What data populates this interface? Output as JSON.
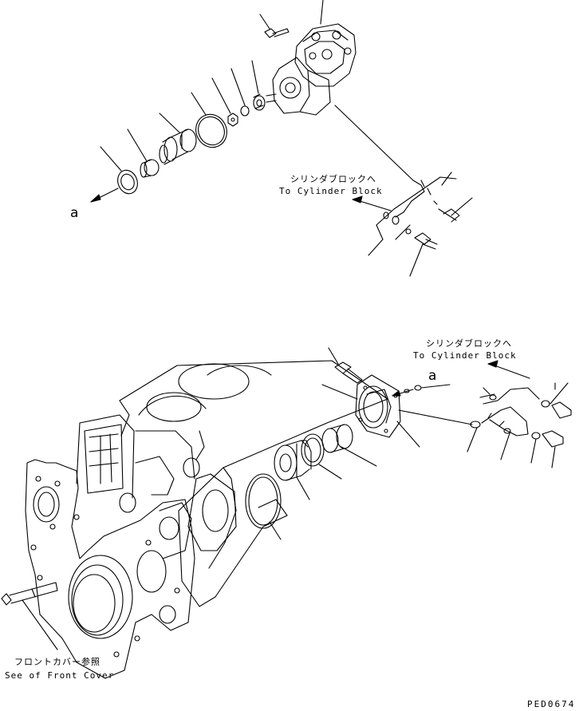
{
  "labels": {
    "top_ref_ja": "シリンダブロックへ",
    "top_ref_en": "To Cylinder Block",
    "mid_ref_ja": "シリンダブロックへ",
    "mid_ref_en": "To Cylinder Block",
    "front_cover_ja": "フロントカバー参照",
    "front_cover_en": "See of Front Cover",
    "marker_top": "a",
    "marker_mid": "a"
  },
  "document_id": "PED0674"
}
